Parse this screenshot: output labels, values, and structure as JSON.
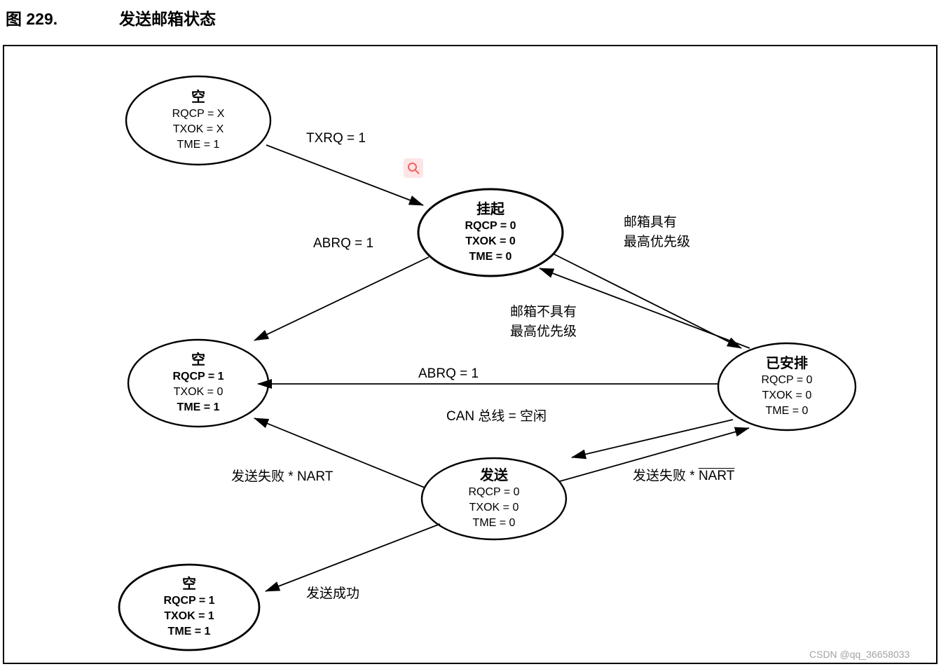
{
  "figure": {
    "label": "图 229.",
    "title": "发送邮箱状态"
  },
  "states": {
    "empty_top": {
      "name": "空",
      "rqcp": "RQCP = X",
      "txok": "TXOK = X",
      "tme": "TME = 1"
    },
    "pending": {
      "name": "挂起",
      "rqcp": "RQCP = 0",
      "txok": "TXOK = 0",
      "tme": "TME = 0"
    },
    "scheduled": {
      "name": "已安排",
      "rqcp": "RQCP = 0",
      "txok": "TXOK = 0",
      "tme": "TME = 0"
    },
    "empty_mid": {
      "name": "空",
      "rqcp": "RQCP = 1",
      "txok": "TXOK = 0",
      "tme": "TME = 1"
    },
    "transmit": {
      "name": "发送",
      "rqcp": "RQCP = 0",
      "txok": "TXOK = 0",
      "tme": "TME = 0"
    },
    "empty_bottom": {
      "name": "空",
      "rqcp": "RQCP = 1",
      "txok": "TXOK = 1",
      "tme": "TME = 1"
    }
  },
  "transitions": {
    "txrq": "TXRQ = 1",
    "abrq_from_pending": "ABRQ = 1",
    "highest_priority_line1": "邮箱具有",
    "highest_priority_line2": "最高优先级",
    "not_highest_priority_line1": "邮箱不具有",
    "not_highest_priority_line2": "最高优先级",
    "abrq_from_scheduled": "ABRQ = 1",
    "can_bus_idle": "CAN 总线 = 空闲",
    "fail_nart": "发送失败 * NART",
    "fail_nart_bar_prefix": "发送失败 * ",
    "fail_nart_bar_term": "NART",
    "success": "发送成功"
  },
  "icons": {
    "zoom_overlay": "magnifier-icon"
  },
  "colors": {
    "diagram_stroke": "#000000",
    "zoom_icon": "#f86060",
    "watermark": "#a3a3a3"
  },
  "watermark": "CSDN @qq_36658033"
}
